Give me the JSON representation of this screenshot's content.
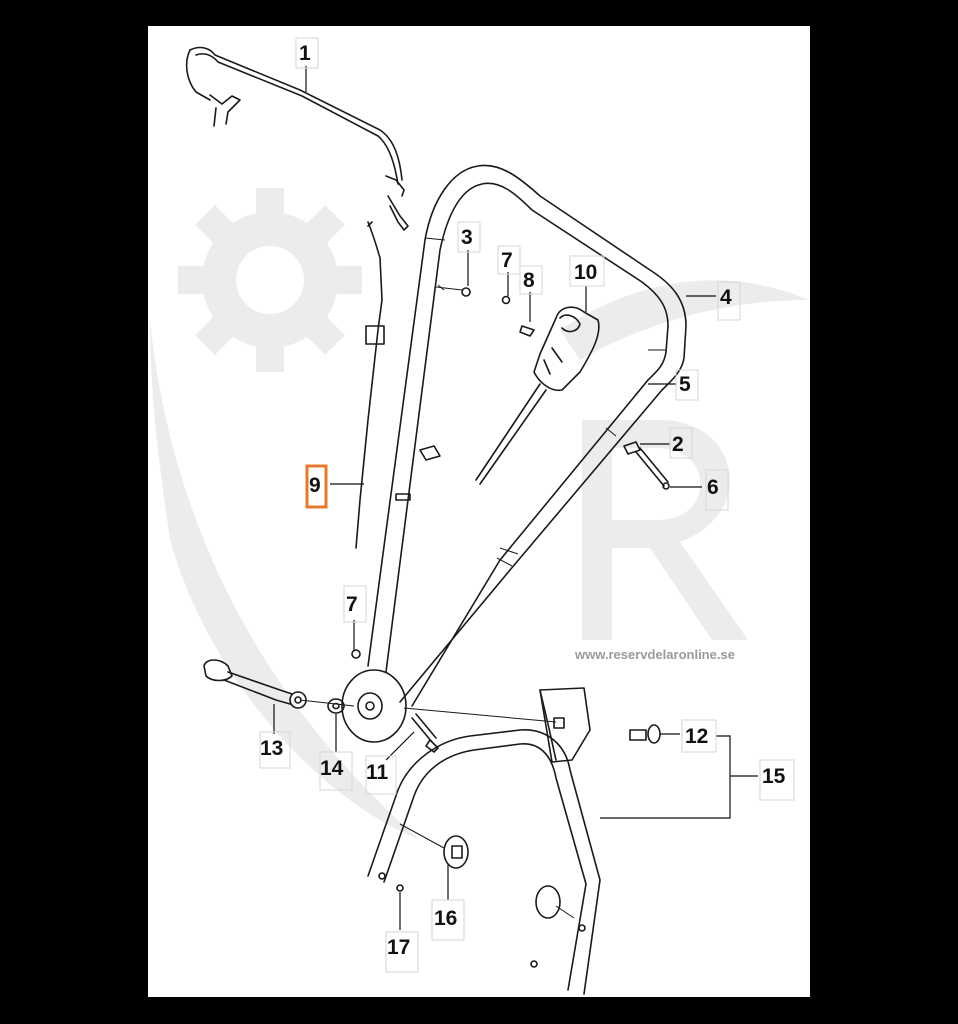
{
  "watermark": {
    "url": "www.reservdelaronline.se"
  },
  "highlight": {
    "part": "9",
    "color": "#e8782b"
  },
  "parts": [
    "1",
    "2",
    "3",
    "4",
    "5",
    "6",
    "7",
    "8",
    "9",
    "10",
    "11",
    "12",
    "13",
    "14",
    "15",
    "16",
    "17"
  ],
  "labels": {
    "p1": "1",
    "p2": "2",
    "p3": "3",
    "p4": "4",
    "p5": "5",
    "p6": "6",
    "p7a": "7",
    "p7b": "7",
    "p8": "8",
    "p9": "9",
    "p10": "10",
    "p11": "11",
    "p12": "12",
    "p13": "13",
    "p14": "14",
    "p15": "15",
    "p16": "16",
    "p17": "17"
  }
}
